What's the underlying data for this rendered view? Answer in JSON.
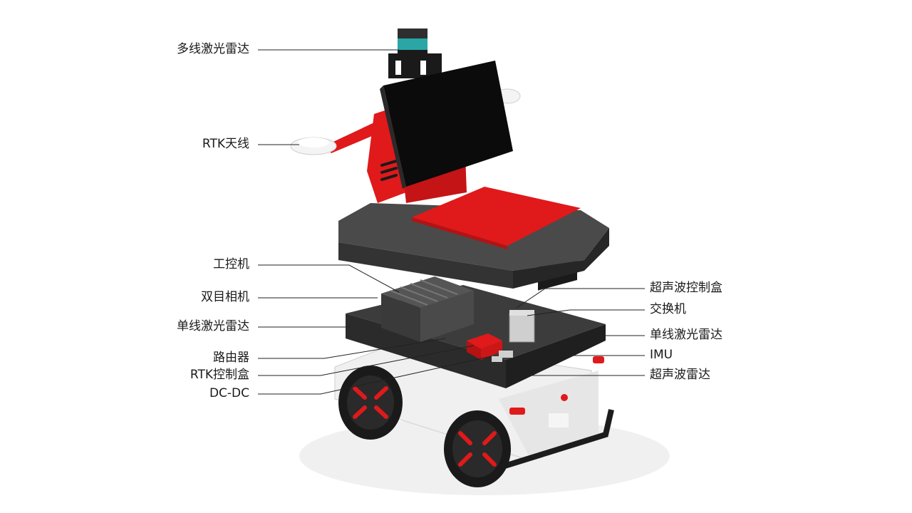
{
  "labels_left": [
    {
      "id": "multi-line-lidar",
      "text": "多线激光雷达"
    },
    {
      "id": "rtk-antenna",
      "text": "RTK天线"
    },
    {
      "id": "industrial-pc",
      "text": "工控机"
    },
    {
      "id": "stereo-camera",
      "text": "双目相机"
    },
    {
      "id": "single-line-lidar-left",
      "text": "单线激光雷达"
    },
    {
      "id": "router",
      "text": "路由器"
    },
    {
      "id": "rtk-control-box",
      "text": "RTK控制盒"
    },
    {
      "id": "dc-dc",
      "text": "DC-DC"
    }
  ],
  "labels_right": [
    {
      "id": "ultrasonic-control-box",
      "text": "超声波控制盒"
    },
    {
      "id": "switch",
      "text": "交换机"
    },
    {
      "id": "single-line-lidar-right",
      "text": "单线激光雷达"
    },
    {
      "id": "imu",
      "text": "IMU"
    },
    {
      "id": "ultrasonic-radar",
      "text": "超声波雷达"
    }
  ],
  "colors": {
    "accent_red": "#e0191b",
    "body_gray": "#4a4a4a",
    "dark": "#1c1c1c",
    "white_body": "#f2f2f2",
    "lidar_teal": "#2aa6a6"
  }
}
